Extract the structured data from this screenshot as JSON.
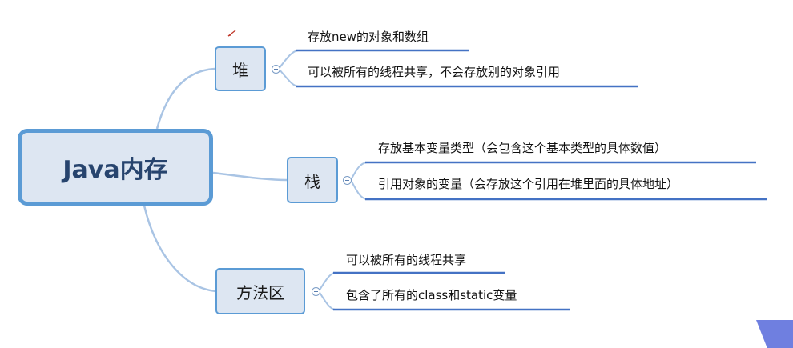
{
  "root": {
    "label": "Java内存"
  },
  "branches": [
    {
      "label": "堆",
      "leaves": [
        "存放new的对象和数组",
        "可以被所有的线程共享，不会存放别的对象引用"
      ]
    },
    {
      "label": "栈",
      "leaves": [
        "存放基本变量类型（会包含这个基本类型的具体数值）",
        "引用对象的变量（会存放这个引用在堆里面的具体地址）"
      ]
    },
    {
      "label": "方法区",
      "leaves": [
        "可以被所有的线程共享",
        "包含了所有的class和static变量"
      ]
    }
  ],
  "colors": {
    "node_border": "#5b9bd5",
    "node_fill": "#dde6f2",
    "connector": "#a9c4e4",
    "underline": "#4472c4",
    "corner_accent": "#6f7fe0"
  }
}
